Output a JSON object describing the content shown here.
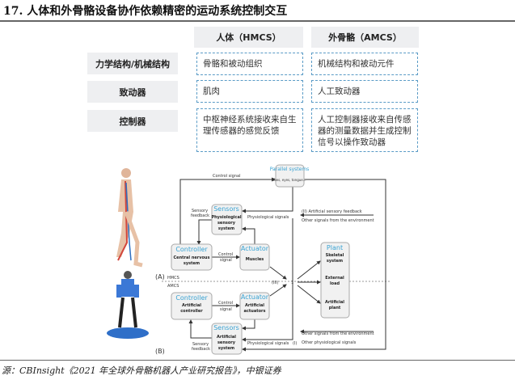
{
  "title": "17. 人体和外骨骼设备协作依赖精密的运动系统控制交互",
  "table": {
    "headers": [
      "人体（HMCS）",
      "外骨骼（AMCS）"
    ],
    "rows": [
      {
        "label": "力学结构/机械结构",
        "human": "骨骼和被动组织",
        "exo": "机械结构和被动元件"
      },
      {
        "label": "致动器",
        "human": "肌肉",
        "exo": "人工致动器"
      },
      {
        "label": "控制器",
        "human": "中枢神经系统接收来自生理传感器的感觉反馈",
        "exo": "人工控制器接收来自传感器的测量数据并生成控制信号以操作致动器"
      }
    ]
  },
  "diagram": {
    "parallel": {
      "title": "Parallel systems",
      "sub": "Toes, eyes, tongue..."
    },
    "sensors_top": {
      "title": "Sensors",
      "sub1": "Physiological",
      "sub2": "sensory",
      "sub3": "system"
    },
    "controller_top": {
      "title": "Controller",
      "sub1": "Central nervous",
      "sub2": "system"
    },
    "actuator_top": {
      "title": "Actuator",
      "sub1": "Muscles"
    },
    "plant": {
      "title": "Plant",
      "s1a": "Skeletal",
      "s1b": "system",
      "s2a": "External",
      "s2b": "load",
      "s3a": "Artificial",
      "s3b": "plant"
    },
    "controller_bot": {
      "title": "Controller",
      "sub1": "Artificial",
      "sub2": "controller"
    },
    "actuator_bot": {
      "title": "Actuator",
      "sub1": "Artificial",
      "sub2": "actuators"
    },
    "sensors_bot": {
      "title": "Sensors",
      "sub1": "Artificial",
      "sub2": "sensory",
      "sub3": "system"
    },
    "labels": {
      "control_signal": "Control signal",
      "sensory_feedback_a": "Sensory",
      "sensory_feedback_b": "feedback",
      "physio_signals": "Physiological signals",
      "artificial_feedback": "(II) Artificial sensory feedback",
      "other_env": "Other signals from the environment",
      "control_a": "Control",
      "control_b": "signal",
      "hmcs": "HMCS",
      "amcs": "AMCS",
      "iii": "(III)",
      "one": "1",
      "A": "(A)",
      "B": "(B)",
      "physio_signals_bot": "Physiological signals",
      "i": "(I)",
      "other_env_bot": "Other signals from the environment",
      "other_physio": "Other physiological signals"
    }
  },
  "source": "源：CBInsight《2021 年全球外骨骼机器人产业研究报告》，中银证券"
}
